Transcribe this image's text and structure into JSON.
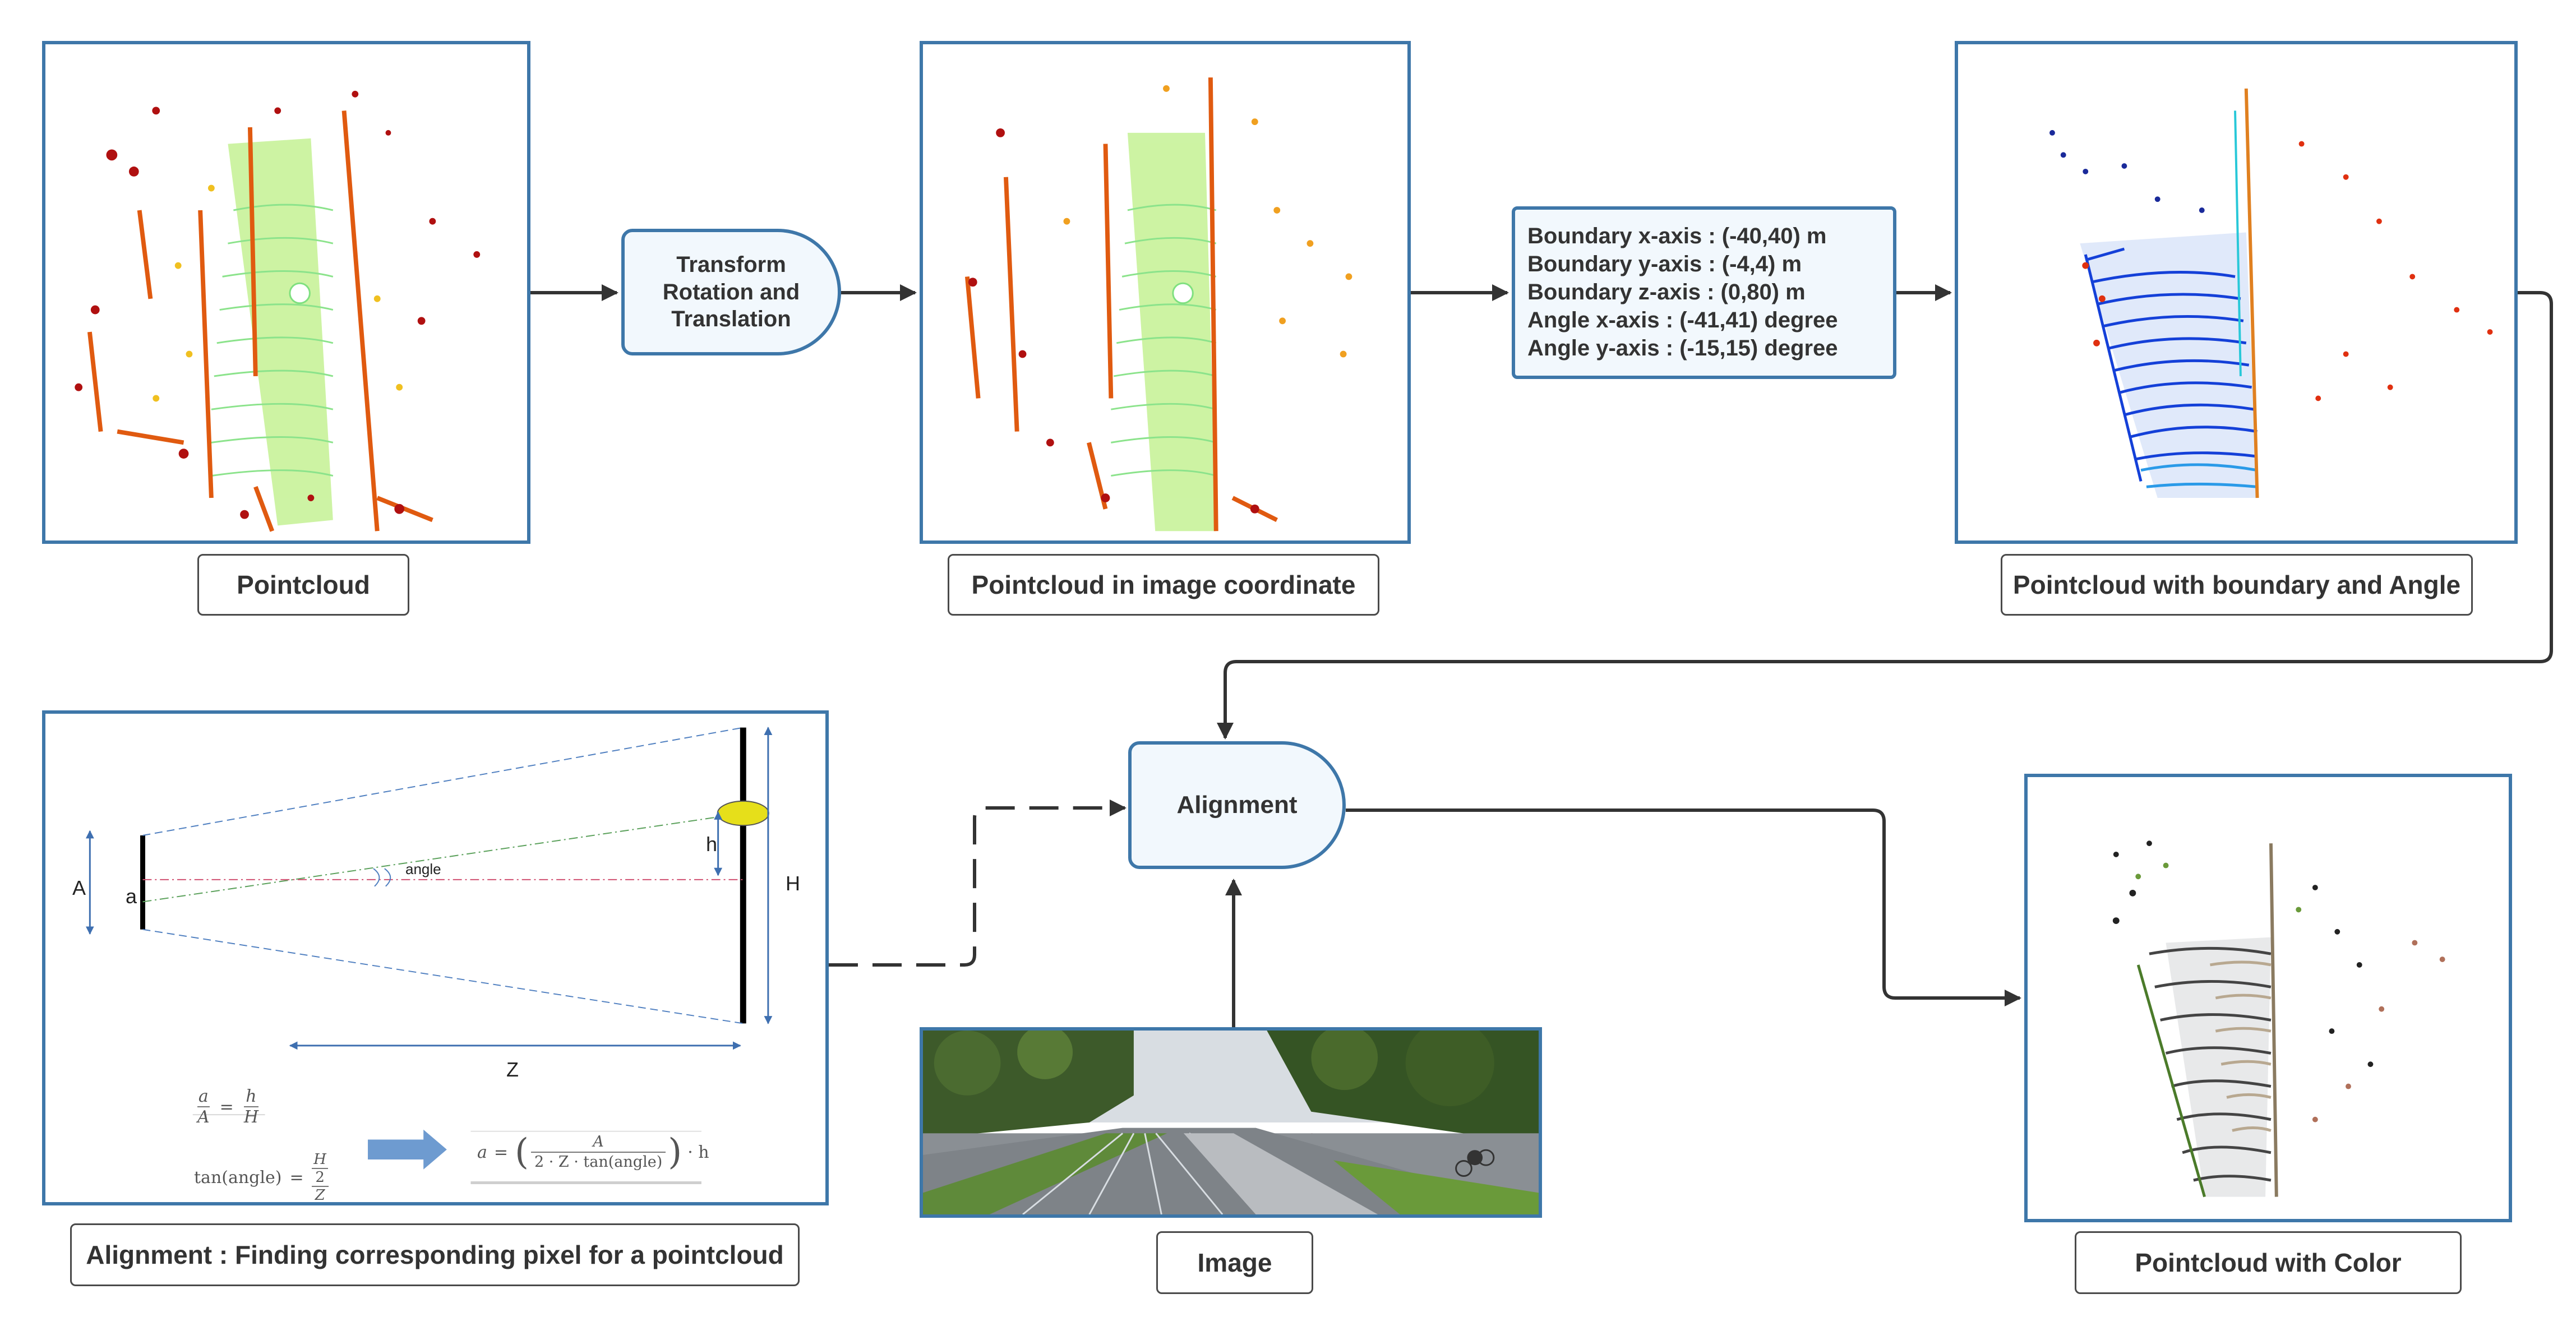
{
  "captions": {
    "pointcloud": "Pointcloud",
    "pointcloud_image_coord": "Pointcloud in image coordinate",
    "pointcloud_boundary": "Pointcloud with boundary and Angle",
    "alignment_caption": "Alignment : Finding corresponding pixel for a pointcloud",
    "image": "Image",
    "pointcloud_color": "Pointcloud with Color"
  },
  "transform_box": {
    "lines": [
      "Transform",
      "Rotation and",
      "Translation"
    ]
  },
  "boundary_box": {
    "lines": [
      "Boundary x-axis : (-40,40) m",
      "Boundary y-axis : (-4,4) m",
      "Boundary z-axis : (0,80) m",
      "Angle x-axis : (-41,41) degree",
      "Angle y-axis : (-15,15) degree"
    ]
  },
  "alignment_box": {
    "label": "Alignment"
  },
  "geometry_labels": {
    "A": "A",
    "a": "a",
    "h": "h",
    "H": "H",
    "Z": "Z",
    "angle": "angle"
  },
  "formulas": {
    "ratio": {
      "a": "a",
      "A": "A",
      "h": "h",
      "H": "H",
      "eq": "="
    },
    "tangent": {
      "lhs": "tan(angle)",
      "eq": "=",
      "num": "H",
      "mid": "2",
      "den": "Z"
    },
    "result": {
      "lhs": "a",
      "eq": "=",
      "num": "A",
      "den": "2 · Z · tan(angle)",
      "tail": "· h"
    }
  },
  "colors": {
    "panel_border": "#3e77a9",
    "box_fill": "#f2f8fd",
    "connector": "#333333",
    "dashed_guide": "#4f7fc0",
    "dashdot_guide": "#5aa05a",
    "axis_line": "#d05070",
    "sensor_ellipse": "#e6df1a",
    "arrow_fill": "#6e9bd0"
  }
}
